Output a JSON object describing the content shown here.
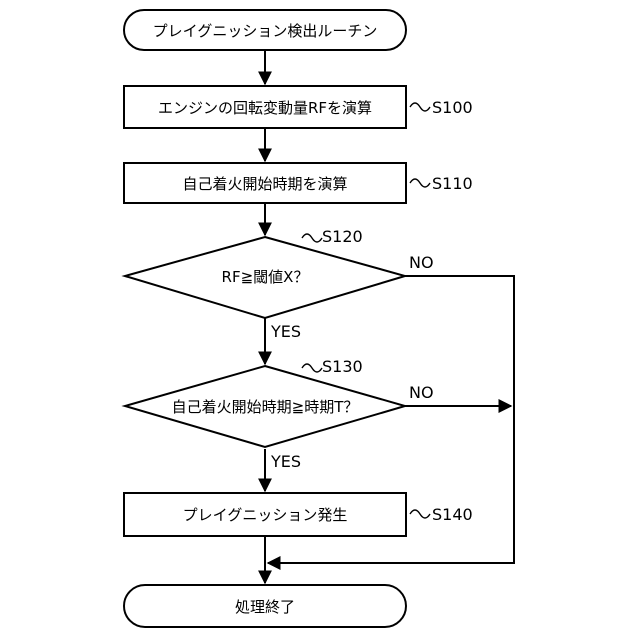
{
  "start": {
    "label": "プレイグニッション検出ルーチン"
  },
  "steps": [
    {
      "id": "S100",
      "label": "エンジンの回転変動量RFを演算"
    },
    {
      "id": "S110",
      "label": "自己着火開始時期を演算"
    }
  ],
  "decisions": [
    {
      "id": "S120",
      "label": "RF≧閾値X？",
      "yes": "YES",
      "no": "NO"
    },
    {
      "id": "S130",
      "label": "自己着火開始時期≧時期T？",
      "yes": "YES",
      "no": "NO"
    }
  ],
  "final_step": {
    "id": "S140",
    "label": "プレイグニッション発生"
  },
  "end": {
    "label": "処理終了"
  }
}
